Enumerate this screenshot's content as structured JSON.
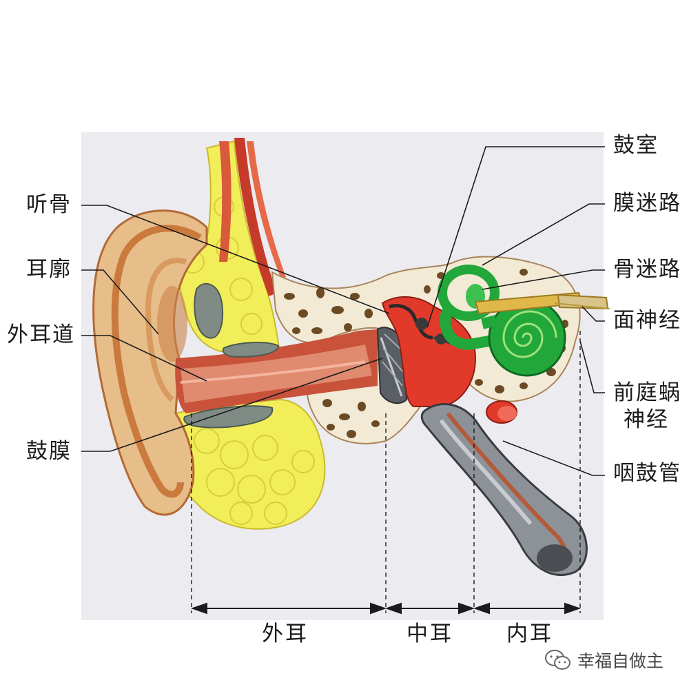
{
  "labels": {
    "ossicles": "听骨",
    "auricle": "耳廓",
    "ear_canal": "外耳道",
    "eardrum": "鼓膜",
    "tympanic_cavity": "鼓室",
    "membranous_labyrinth": "膜迷路",
    "bony_labyrinth": "骨迷路",
    "facial_nerve": "面神经",
    "vestibulocochlear_line1": "前庭蜗",
    "vestibulocochlear_line2": "神经",
    "eustachian_tube": "咽鼓管"
  },
  "sections": {
    "outer": "外耳",
    "middle": "中耳",
    "inner": "内耳"
  },
  "watermark": {
    "text": "幸福自做主",
    "icon": "wechat-icon"
  },
  "colors": {
    "skin": "#e7bd8a",
    "skin_dark": "#c97a3c",
    "canal_red": "#c8523a",
    "cartilage_yellow": "#f2ee5a",
    "bone": "#f3ead6",
    "bone_spots": "#6b4a24",
    "cavity_red": "#e23a2a",
    "labyrinth_green": "#22a83a",
    "tube_gray": "#8d9298",
    "nerve_yellow": "#e0b84a"
  }
}
